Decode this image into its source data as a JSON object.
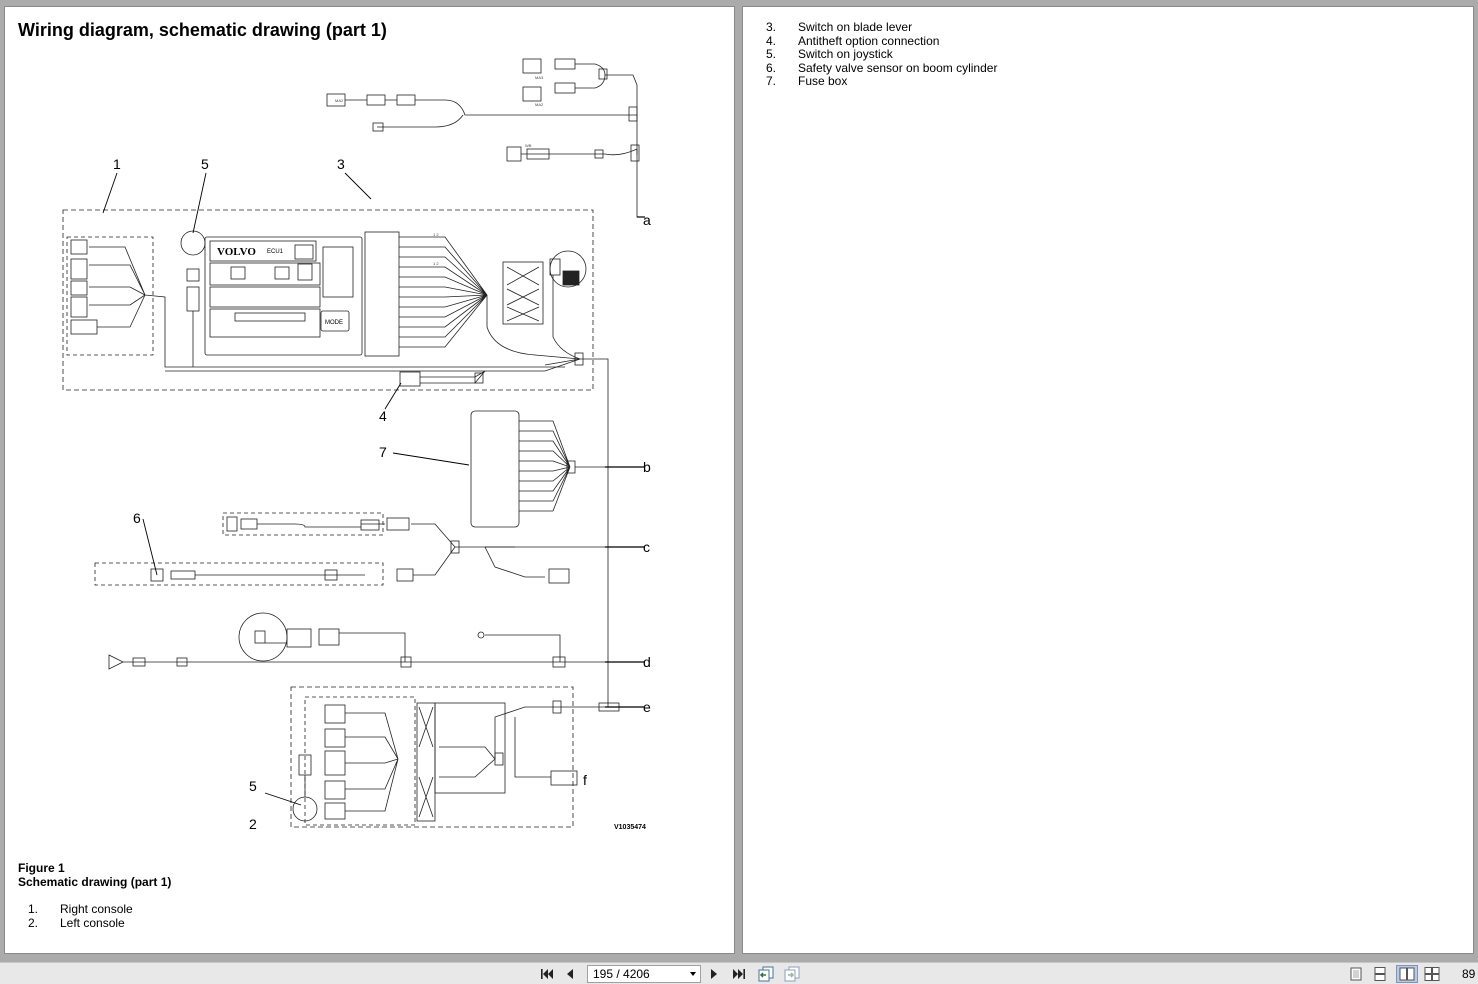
{
  "document": {
    "title": "Wiring diagram, schematic drawing (part 1)",
    "figure_label": "Figure 1",
    "figure_caption": "Schematic drawing (part 1)",
    "figure_id": "V1035474",
    "legend_left": [
      {
        "num": "1.",
        "text": "Right console"
      },
      {
        "num": "2.",
        "text": "Left console"
      }
    ],
    "legend_right": [
      {
        "num": "3.",
        "text": "Switch on blade lever"
      },
      {
        "num": "4.",
        "text": "Antitheft option connection"
      },
      {
        "num": "5.",
        "text": "Switch on joystick"
      },
      {
        "num": "6.",
        "text": "Safety valve sensor on boom cylinder"
      },
      {
        "num": "7.",
        "text": "Fuse box"
      }
    ]
  },
  "diagram": {
    "brand": "VOLVO",
    "ecu_label": "ECU1",
    "mode_button": "MODE",
    "callouts": [
      "1",
      "5",
      "3",
      "4",
      "7",
      "6",
      "5",
      "2"
    ],
    "connector_letters": [
      "a",
      "b",
      "c",
      "d",
      "e",
      "f"
    ]
  },
  "toolbar": {
    "page_indicator": "195 / 4206",
    "zoom": "89"
  },
  "icons": {
    "first": "first-page-icon",
    "prev": "previous-page-icon",
    "next": "next-page-icon",
    "last": "last-page-icon",
    "back": "go-back-icon",
    "forward": "go-forward-icon",
    "single_page": "single-page-view-icon",
    "continuous": "continuous-view-icon",
    "two_page": "two-page-view-icon",
    "two_page_cont": "two-page-continuous-view-icon"
  }
}
